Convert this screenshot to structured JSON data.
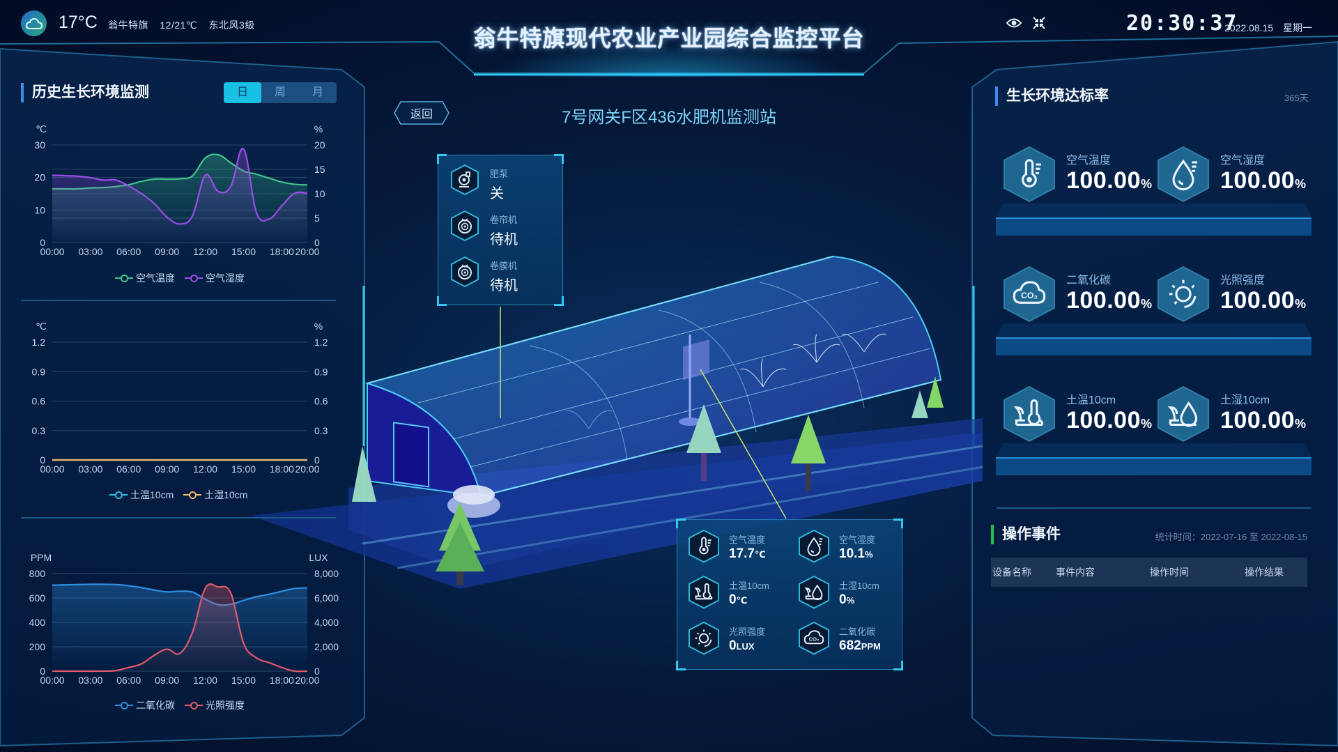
{
  "header": {
    "weather": {
      "icon": "cloud-icon",
      "temperature": "17°C",
      "location": "翁牛特旗",
      "range": "12/21℃",
      "wind": "东北风3级"
    },
    "title": "翁牛特旗现代农业产业园综合监控平台",
    "toolbar": {
      "view_icon": "eye-icon",
      "fullscreen_icon": "shrink-icon"
    },
    "clock": "20:30:37",
    "date": "2022.08.15",
    "weekday": "星期一"
  },
  "left_panel": {
    "title": "历史生长环境监测",
    "tabs": [
      {
        "label": "日",
        "active": true
      },
      {
        "label": "周",
        "active": false
      },
      {
        "label": "月",
        "active": false
      }
    ]
  },
  "center": {
    "back_label": "返回",
    "station_title": "7号网关F区436水肥机监测站",
    "devices": [
      {
        "icon": "pump-icon",
        "label": "肥泵",
        "value": "关"
      },
      {
        "icon": "motor-icon",
        "label": "卷帘机",
        "value": "待机"
      },
      {
        "icon": "motor-icon",
        "label": "卷膜机",
        "value": "待机"
      }
    ],
    "sensors": [
      {
        "icon": "thermometer-icon",
        "label": "空气温度",
        "value": "17.7",
        "unit": "℃"
      },
      {
        "icon": "water-drop-icon",
        "label": "空气湿度",
        "value": "10.1",
        "unit": "%"
      },
      {
        "icon": "soil-temperature-icon",
        "label": "土温10cm",
        "value": "0",
        "unit": "℃"
      },
      {
        "icon": "soil-moisture-icon",
        "label": "土湿10cm",
        "value": "0",
        "unit": "%"
      },
      {
        "icon": "sun-icon",
        "label": "光照强度",
        "value": "0",
        "unit": "LUX"
      },
      {
        "icon": "co2-icon",
        "label": "二氧化碳",
        "value": "682",
        "unit": "PPM"
      }
    ]
  },
  "right_panel": {
    "title": "生长环境达标率",
    "period": "365天",
    "rates": [
      {
        "icon": "thermometer-icon",
        "label": "空气温度",
        "value": "100.00",
        "unit": "%"
      },
      {
        "icon": "water-drop-icon",
        "label": "空气湿度",
        "value": "100.00",
        "unit": "%"
      },
      {
        "icon": "co2-icon",
        "label": "二氧化碳",
        "value": "100.00",
        "unit": "%"
      },
      {
        "icon": "sun-icon",
        "label": "光照强度",
        "value": "100.00",
        "unit": "%"
      },
      {
        "icon": "soil-temperature-icon",
        "label": "土温10cm",
        "value": "100.00",
        "unit": "%"
      },
      {
        "icon": "soil-moisture-icon",
        "label": "土湿10cm",
        "value": "100.00",
        "unit": "%"
      }
    ],
    "events": {
      "title": "操作事件",
      "meta": "统计时间：2022-07-16 至 2022-08-15",
      "columns": [
        "设备名称",
        "事件内容",
        "操作时间",
        "操作结果"
      ],
      "rows": []
    }
  },
  "chart_data": [
    {
      "type": "line",
      "title": "",
      "x": [
        "00:00",
        "01:00",
        "02:00",
        "03:00",
        "04:00",
        "05:00",
        "06:00",
        "07:00",
        "08:00",
        "09:00",
        "10:00",
        "11:00",
        "12:00",
        "13:00",
        "14:00",
        "15:00",
        "16:00",
        "17:00",
        "18:00",
        "19:00",
        "20:00"
      ],
      "x_ticks": [
        "00:00",
        "03:00",
        "06:00",
        "09:00",
        "12:00",
        "15:00",
        "18:00",
        "20:00"
      ],
      "ylabel_left": "℃",
      "ylabel_right": "%",
      "ylim_left": [
        0,
        30
      ],
      "yticks_left": [
        0,
        10,
        20,
        30
      ],
      "ylim_right": [
        0,
        20
      ],
      "yticks_right": [
        0,
        5,
        10,
        15,
        20
      ],
      "series": [
        {
          "name": "空气温度",
          "axis": "left",
          "color": "#3fc48a",
          "area": true,
          "values": [
            16.5,
            16.5,
            16.5,
            16.8,
            16.9,
            17.2,
            17.8,
            18.8,
            19.5,
            19.5,
            19.6,
            20.5,
            26,
            27,
            24.5,
            22,
            21,
            19.8,
            18.6,
            17.9,
            17.7
          ]
        },
        {
          "name": "空气湿度",
          "axis": "right",
          "color": "#9b4de8",
          "area": true,
          "values": [
            13.8,
            13.7,
            13.6,
            13.3,
            12.8,
            12.8,
            11.6,
            10,
            8,
            5.2,
            3.8,
            5.5,
            13.8,
            10.5,
            11.5,
            19.2,
            6.2,
            4.8,
            7.5,
            10.1,
            10.1
          ]
        }
      ],
      "legend": [
        "空气温度",
        "空气湿度"
      ],
      "legend_position": "bottom"
    },
    {
      "type": "line",
      "title": "",
      "x": [
        "00:00",
        "01:00",
        "02:00",
        "03:00",
        "04:00",
        "05:00",
        "06:00",
        "07:00",
        "08:00",
        "09:00",
        "10:00",
        "11:00",
        "12:00",
        "13:00",
        "14:00",
        "15:00",
        "16:00",
        "17:00",
        "18:00",
        "19:00",
        "20:00"
      ],
      "x_ticks": [
        "00:00",
        "03:00",
        "06:00",
        "09:00",
        "12:00",
        "15:00",
        "18:00",
        "20:00"
      ],
      "ylabel_left": "℃",
      "ylabel_right": "%",
      "ylim_left": [
        0,
        1.2
      ],
      "yticks_left": [
        0,
        0.3,
        0.6,
        0.9,
        1.2
      ],
      "ylim_right": [
        0,
        1.2
      ],
      "yticks_right": [
        0,
        0.3,
        0.6,
        0.9,
        1.2
      ],
      "series": [
        {
          "name": "土温10cm",
          "axis": "left",
          "color": "#2fc0e8",
          "values": [
            0,
            0,
            0,
            0,
            0,
            0,
            0,
            0,
            0,
            0,
            0,
            0,
            0,
            0,
            0,
            0,
            0,
            0,
            0,
            0,
            0
          ]
        },
        {
          "name": "土湿10cm",
          "axis": "right",
          "color": "#f0b76a",
          "values": [
            0,
            0,
            0,
            0,
            0,
            0,
            0,
            0,
            0,
            0,
            0,
            0,
            0,
            0,
            0,
            0,
            0,
            0,
            0,
            0,
            0
          ]
        }
      ],
      "legend": [
        "土温10cm",
        "土湿10cm"
      ],
      "legend_position": "bottom"
    },
    {
      "type": "line",
      "title": "",
      "x": [
        "00:00",
        "01:00",
        "02:00",
        "03:00",
        "04:00",
        "05:00",
        "06:00",
        "07:00",
        "08:00",
        "09:00",
        "10:00",
        "11:00",
        "12:00",
        "13:00",
        "14:00",
        "15:00",
        "16:00",
        "17:00",
        "18:00",
        "19:00",
        "20:00"
      ],
      "x_ticks": [
        "00:00",
        "03:00",
        "06:00",
        "09:00",
        "12:00",
        "15:00",
        "18:00",
        "20:00"
      ],
      "ylabel_left": "PPM",
      "ylabel_right": "LUX",
      "ylim_left": [
        0,
        800
      ],
      "yticks_left": [
        0,
        200,
        400,
        600,
        800
      ],
      "ylim_right": [
        0,
        8000
      ],
      "yticks_right": [
        "0",
        "2,000",
        "4,000",
        "6,000",
        "8,000"
      ],
      "series": [
        {
          "name": "二氧化碳",
          "axis": "left",
          "color": "#2e8fe0",
          "area": true,
          "values": [
            705,
            707,
            710,
            712,
            712,
            710,
            700,
            685,
            665,
            650,
            655,
            648,
            590,
            545,
            548,
            580,
            610,
            630,
            655,
            678,
            682
          ]
        },
        {
          "name": "光照强度",
          "axis": "right",
          "color": "#e05a6a",
          "area": true,
          "values": [
            0,
            0,
            0,
            0,
            0,
            50,
            300,
            600,
            1300,
            1800,
            1450,
            3200,
            6800,
            6900,
            6400,
            2300,
            1100,
            700,
            300,
            0,
            0
          ]
        }
      ],
      "legend": [
        "二氧化碳",
        "光照强度"
      ],
      "legend_position": "bottom"
    }
  ]
}
